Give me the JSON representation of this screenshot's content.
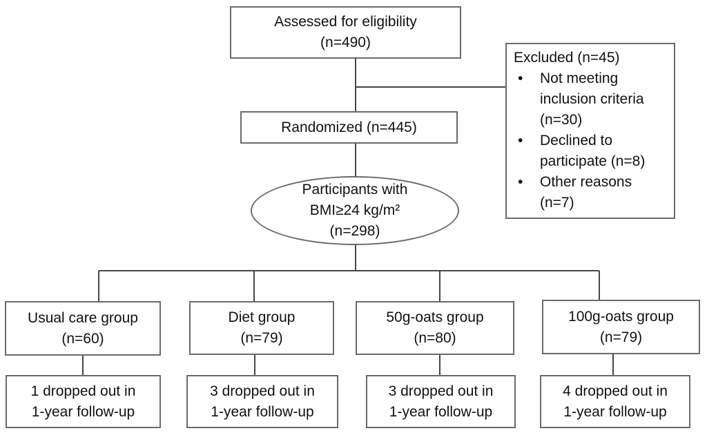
{
  "colors": {
    "background": "#ffffff",
    "box_border": "#6a6a6a",
    "connector_line": "#454545",
    "text": "#111111"
  },
  "nodes": {
    "assessed": {
      "line1": "Assessed for eligibility",
      "line2": "(n=490)"
    },
    "excluded": {
      "title": "Excluded (n=45)",
      "items": [
        "Not meeting inclusion criteria (n=30)",
        "Declined to participate (n=8)",
        "Other reasons (n=7)"
      ]
    },
    "randomized": {
      "line1": "Randomized (n=445)"
    },
    "participants": {
      "line1": "Participants with",
      "line2": "BMI≥24 kg/m²",
      "line3": "(n=298)"
    },
    "groups": [
      {
        "name": "Usual care group",
        "count": "(n=60)",
        "dropout_line1": "1 dropped out in",
        "dropout_line2": "1-year follow-up"
      },
      {
        "name": "Diet group",
        "count": "(n=79)",
        "dropout_line1": "3 dropped out in",
        "dropout_line2": "1-year follow-up"
      },
      {
        "name": "50g-oats group",
        "count": "(n=80)",
        "dropout_line1": "3 dropped out in",
        "dropout_line2": "1-year follow-up"
      },
      {
        "name": "100g-oats group",
        "count": "(n=79)",
        "dropout_line1": "4 dropped out in",
        "dropout_line2": "1-year follow-up"
      }
    ]
  }
}
